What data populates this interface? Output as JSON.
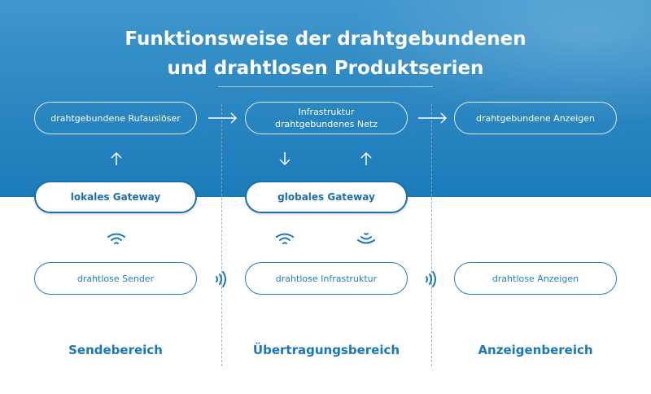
{
  "title": {
    "line1": "Funktionsweise der drahtgebundenen",
    "line2": "und drahtlosen Produktserien"
  },
  "boxes": {
    "wired_call_triggers": "drahtgebundene Rufauslöser",
    "infrastructure_line1": "Infrastruktur",
    "infrastructure_line2": "drahtgebundenes Netz",
    "wired_displays": "drahtgebundene Anzeigen",
    "local_gateway": "lokales Gateway",
    "global_gateway": "globales Gateway",
    "wireless_transmitters": "drahtlose Sender",
    "wireless_infrastructure": "drahtlose Infrastruktur",
    "wireless_displays": "drahtlose Anzeigen"
  },
  "sections": {
    "send": "Sendebereich",
    "transmission": "Übertragungsbereich",
    "display": "Anzeigenbereich"
  },
  "colors": {
    "header_blue": "#2a86c1",
    "accent_blue": "#1a78b9",
    "gateway_border": "#1a6fae",
    "background": "#ffffff"
  },
  "icons": [
    "arrow-right-icon",
    "arrow-up-icon",
    "arrow-down-icon",
    "wifi-icon",
    "signal-waves-icon"
  ]
}
